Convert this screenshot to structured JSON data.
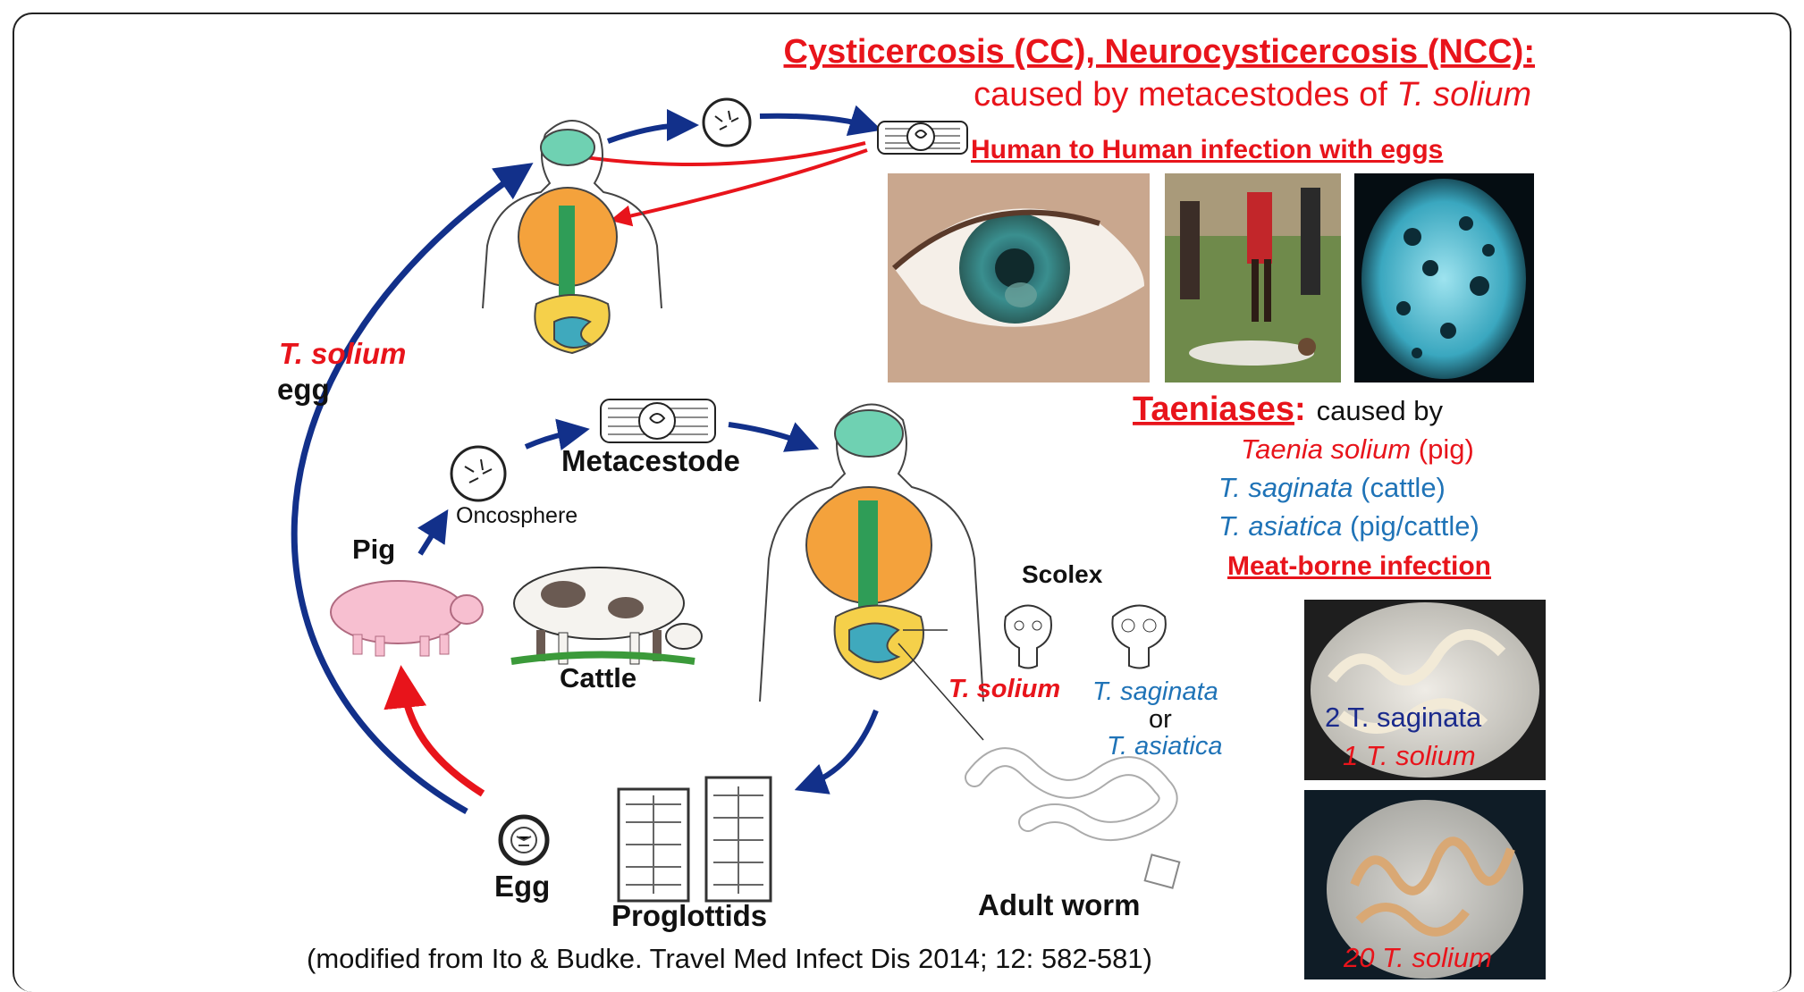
{
  "header": {
    "title": "Cysticercosis (CC), Neurocysticercosis (NCC)",
    "title_colon": ":",
    "subtitle_prefix": "caused by metacestodes of ",
    "subtitle_species": "T. solium",
    "human_to_human": "Human to Human infection with eggs"
  },
  "taeniases": {
    "heading": "Taeniases",
    "heading_colon": ":",
    "caused_by": "caused by",
    "species": [
      {
        "name": "Taenia solium",
        "host": " (pig)",
        "color": "#e8141b"
      },
      {
        "name": "T. saginata",
        "host": " (cattle)",
        "color": "#1f73b7"
      },
      {
        "name": "T. asiatica",
        "host": " (pig/cattle)",
        "color": "#1f73b7"
      }
    ],
    "meat_borne": "Meat-borne infection"
  },
  "cycle": {
    "egg_species": "T. solium",
    "egg_word": "egg",
    "metacestode": "Metacestode",
    "oncosphere": "Oncosphere",
    "pig": "Pig",
    "cattle": "Cattle",
    "scolex": "Scolex",
    "scolex_solium": "T. solium",
    "scolex_saginata": "T. saginata",
    "scolex_or": "or",
    "scolex_asiatica": "T. asiatica",
    "egg": "Egg",
    "proglottids": "Proglottids",
    "adult_worm": "Adult worm"
  },
  "photos": {
    "dish1_line1": "2 T. saginata",
    "dish1_line2": "1 T. solium",
    "dish2_label": "20 T. solium"
  },
  "citation": "(modified from Ito & Budke. Travel Med Infect Dis 2014; 12: 582-581)",
  "colors": {
    "red": "#e8141b",
    "blue": "#1f73b7",
    "navy": "#1a2a8c",
    "dark_blue": "#12308a"
  }
}
